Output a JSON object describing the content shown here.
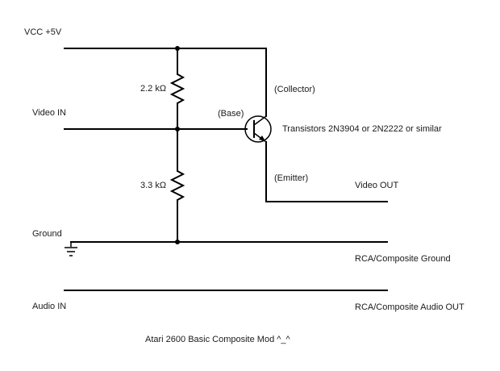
{
  "labels": {
    "vcc": "VCC  +5V",
    "video_in": "Video IN",
    "ground": "Ground",
    "audio_in": "Audio IN",
    "r1_value": "2.2 kΩ",
    "r2_value": "3.3 kΩ",
    "collector": "(Collector)",
    "base": "(Base)",
    "emitter": "(Emitter)",
    "transistor_note": "Transistors 2N3904 or 2N2222 or similar",
    "video_out": "Video OUT",
    "rca_ground": "RCA/Composite Ground",
    "rca_audio_out": "RCA/Composite Audio OUT",
    "caption": "Atari 2600 Basic Composite Mod  ^_^"
  },
  "colors": {
    "line": "#000000",
    "text": "#1a1a1a",
    "background": "#ffffff"
  }
}
